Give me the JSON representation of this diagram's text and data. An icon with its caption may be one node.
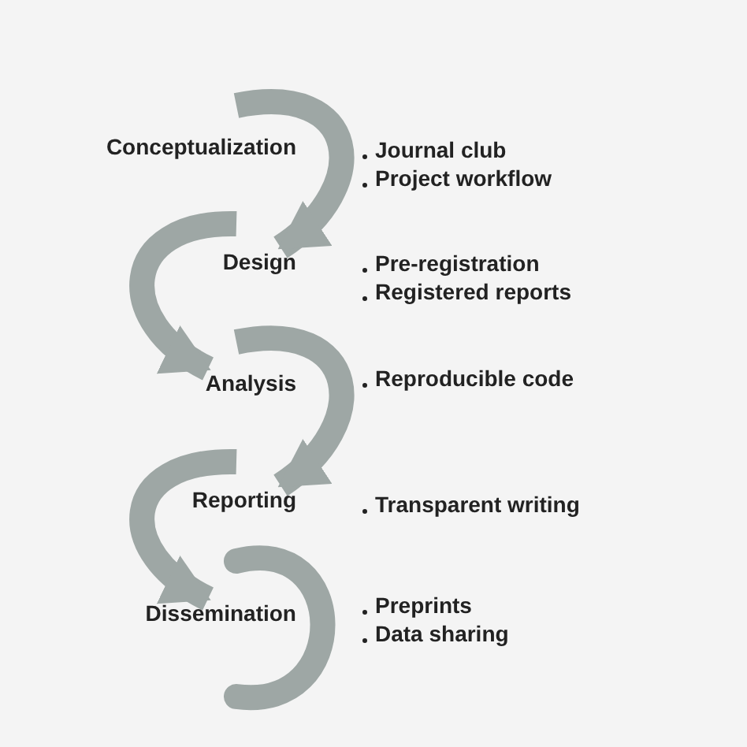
{
  "diagram": {
    "nodes": [
      {
        "text": [
          "Conceptualization"
        ],
        "beside": [
          "Journal club",
          "Project workflow"
        ]
      },
      {
        "text": [
          "Design"
        ],
        "beside": [
          "Pre-registration",
          "Registered reports"
        ]
      },
      {
        "text": [
          "Analysis"
        ],
        "beside": [
          "Reproducible code"
        ]
      },
      {
        "text": [
          "Reporting"
        ],
        "beside": [
          "Transparent writing"
        ]
      },
      {
        "text": [
          "Dissemination"
        ],
        "beside": [
          "Preprints",
          "Data sharing"
        ]
      }
    ],
    "edges": [
      {
        "from": 0,
        "to": 1,
        "arrow": "to"
      },
      {
        "from": 1,
        "to": 2,
        "arrow": "to"
      },
      {
        "from": 2,
        "to": 3,
        "arrow": "to"
      },
      {
        "from": 3,
        "to": 4,
        "arrow": "to"
      }
    ]
  }
}
